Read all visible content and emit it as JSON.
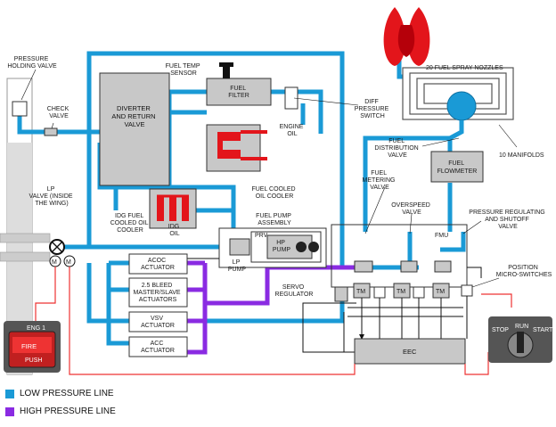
{
  "colors": {
    "low_pressure": "#1a9ad6",
    "high_pressure": "#8a2be2",
    "oil": "#e3151b",
    "electric": "#e33",
    "component_fill": "#c8c8c8",
    "panel_dark": "#555555"
  },
  "labels": {
    "pressure_holding_valve": [
      "PRESSURE",
      "HOLDING VALVE"
    ],
    "check_valve": [
      "CHECK",
      "VALVE"
    ],
    "lp_valve": [
      "LP",
      "VALVE (INSIDE",
      "THE WING)"
    ],
    "diverter_valve": [
      "DIVERTER",
      "AND RETURN",
      "VALVE"
    ],
    "fuel_temp_sensor": [
      "FUEL TEMP",
      "SENSOR"
    ],
    "fuel_filter": [
      "FUEL",
      "FILTER"
    ],
    "diff_pressure_switch": [
      "DIFF",
      "PRESSURE",
      "SWITCH"
    ],
    "engine_oil": [
      "ENGINE",
      "OIL"
    ],
    "fuel_cooled_oil_cooler": [
      "FUEL COOLED",
      "OIL COOLER"
    ],
    "fuel_pump_assembly": [
      "FUEL PUMP",
      "ASSEMBLY"
    ],
    "idg_fuel_cooler": [
      "IDG FUEL",
      "COOLED OIL",
      "COOLER"
    ],
    "idg_oil": [
      "IDG",
      "OIL"
    ],
    "prv": "PRV",
    "hp_pump": [
      "HP",
      "PUMP"
    ],
    "lp_pump": [
      "LP",
      "PUMP"
    ],
    "fuel_spray_nozzles": "20 FUEL SPRAY NOZZLES",
    "fuel_distribution_valve": [
      "FUEL",
      "DISTRIBUTION",
      "VALVE"
    ],
    "manifolds": "10 MANIFOLDS",
    "fuel_flowmeter": [
      "FUEL",
      "FLOWMETER"
    ],
    "fuel_metering_valve": [
      "FUEL",
      "METERING",
      "VALVE"
    ],
    "overspeed_valve": [
      "OVERSPEED",
      "VALVE"
    ],
    "prsov": [
      "PRESSURE REGULATING",
      "AND SHUTOFF",
      "VALVE"
    ],
    "fmu": "FMU",
    "position_switches": [
      "POSITION",
      "MICRO-SWITCHES"
    ],
    "servo_regulator": [
      "SERVO",
      "REGULATOR"
    ],
    "tm": "TM",
    "eec": "EEC",
    "acoc": [
      "ACOC",
      "ACTUATOR"
    ],
    "bleed": [
      "2.5 BLEED",
      "MASTER/SLAVE",
      "ACTUATORS"
    ],
    "vsv": [
      "VSV",
      "ACTUATOR"
    ],
    "acc": [
      "ACC",
      "ACTUATOR"
    ],
    "eng1": "ENG 1",
    "fire": "FIRE",
    "push": "PUSH",
    "motor": "M",
    "stop": "STOP",
    "run": "RUN",
    "start": "START"
  },
  "legend": {
    "low_pressure_line": "LOW PRESSURE LINE",
    "high_pressure_line": "HIGH PRESSURE LINE"
  }
}
